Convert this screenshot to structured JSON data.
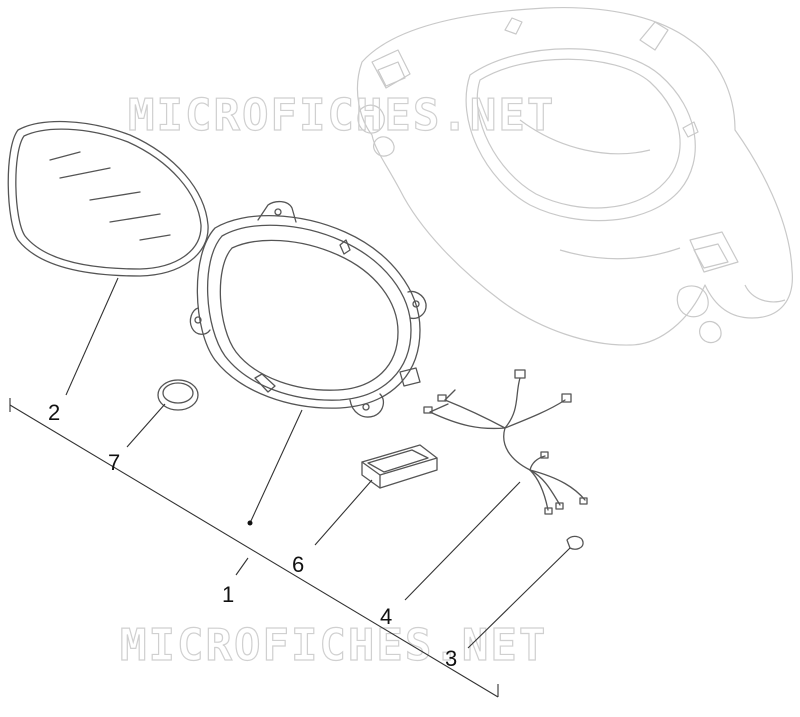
{
  "watermark": "MICROFICHES.NET",
  "callouts": {
    "c1": "1",
    "c2": "2",
    "c3": "3",
    "c4": "4",
    "c6": "6",
    "c7": "7"
  },
  "colors": {
    "part_line": "#555555",
    "ghost_line": "#c9c9c9",
    "watermark": "#d0d0d0",
    "text": "#111111"
  }
}
